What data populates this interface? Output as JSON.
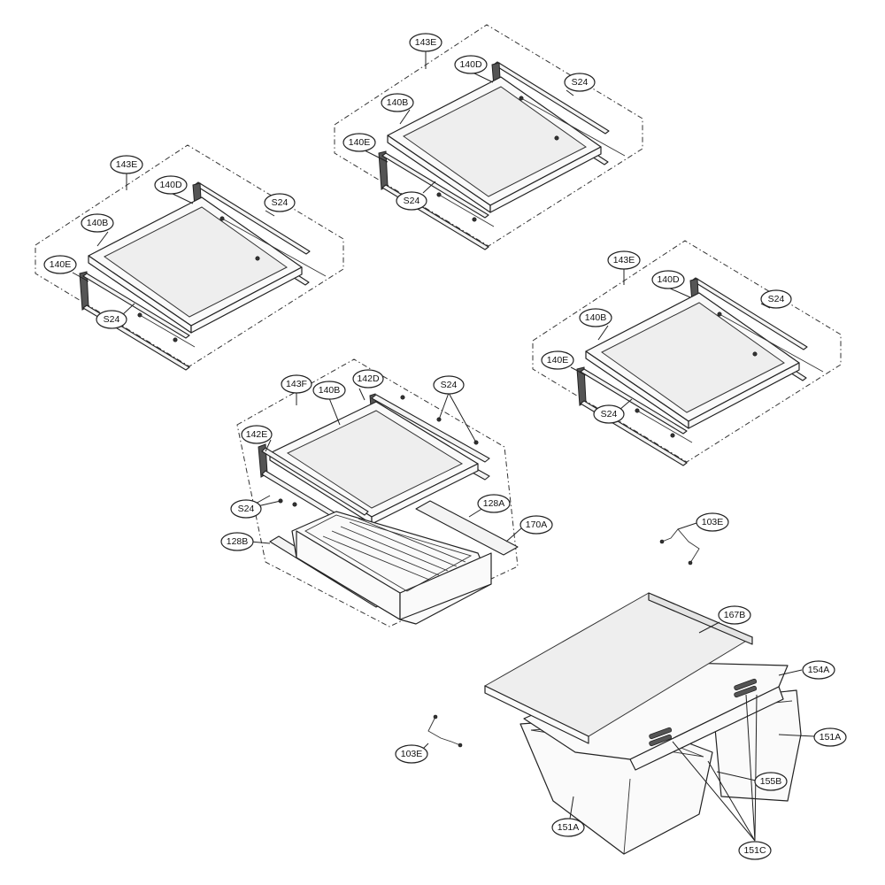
{
  "labels": {
    "shelf_assembly": "143E",
    "shelf_assembly_lower": "143F",
    "glass_shelf": "140B",
    "bracket_right": "140D",
    "bracket_left": "140E",
    "screw": "S24",
    "bracket_right_lower": "142D",
    "bracket_left_lower": "142E",
    "rail_right": "128A",
    "rail_left": "128B",
    "drawer_rack": "170A",
    "spring": "103E",
    "crisper_cover": "167B",
    "cover_frame": "154A",
    "crisper_drawer": "151A",
    "divider": "155B",
    "slide_control": "151C"
  }
}
